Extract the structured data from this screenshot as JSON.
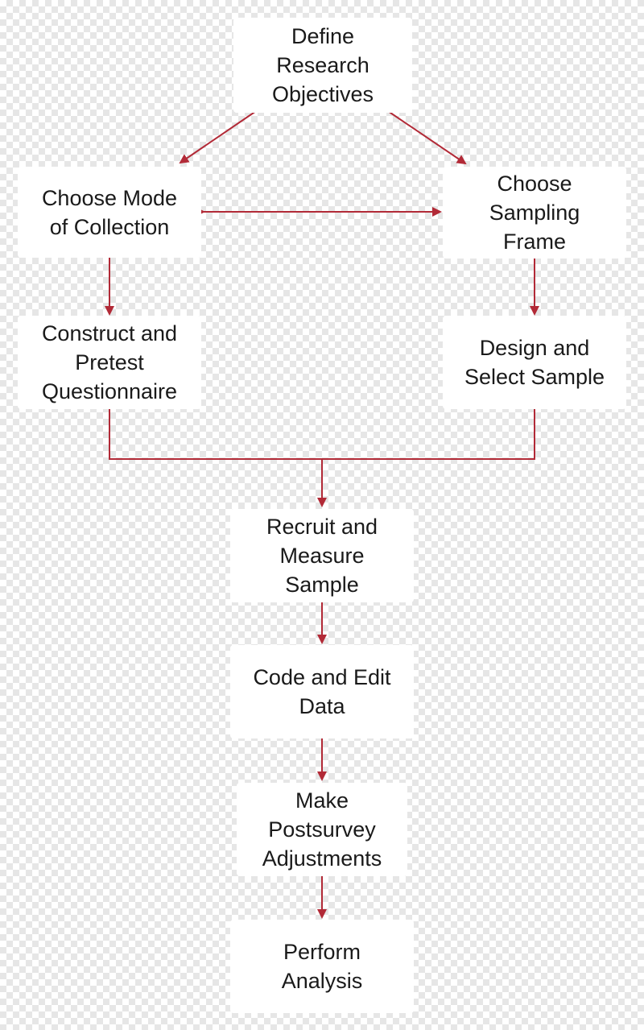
{
  "colors": {
    "arrow": "#b22a37",
    "box": "#ffffff",
    "text": "#1a1a1a"
  },
  "nodes": {
    "define": "Define\nResearch\nObjectives",
    "mode": "Choose Mode\nof Collection",
    "frame": "Choose\nSampling\nFrame",
    "construct": "Construct and\nPretest\nQuestionnaire",
    "design": "Design and\nSelect Sample",
    "recruit": "Recruit and\nMeasure\nSample",
    "code": "Code and Edit\nData",
    "adjust": "Make\nPostsurvey\nAdjustments",
    "analysis": "Perform\nAnalysis"
  }
}
